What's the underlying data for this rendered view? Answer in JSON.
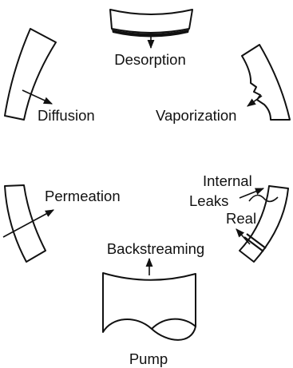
{
  "labels": {
    "desorption": "Desorption",
    "diffusion": "Diffusion",
    "vaporization": "Vaporization",
    "permeation": "Permeation",
    "internal": "Internal",
    "leaks": "Leaks",
    "real": "Real",
    "backstreaming": "Backstreaming",
    "pump": "Pump"
  }
}
